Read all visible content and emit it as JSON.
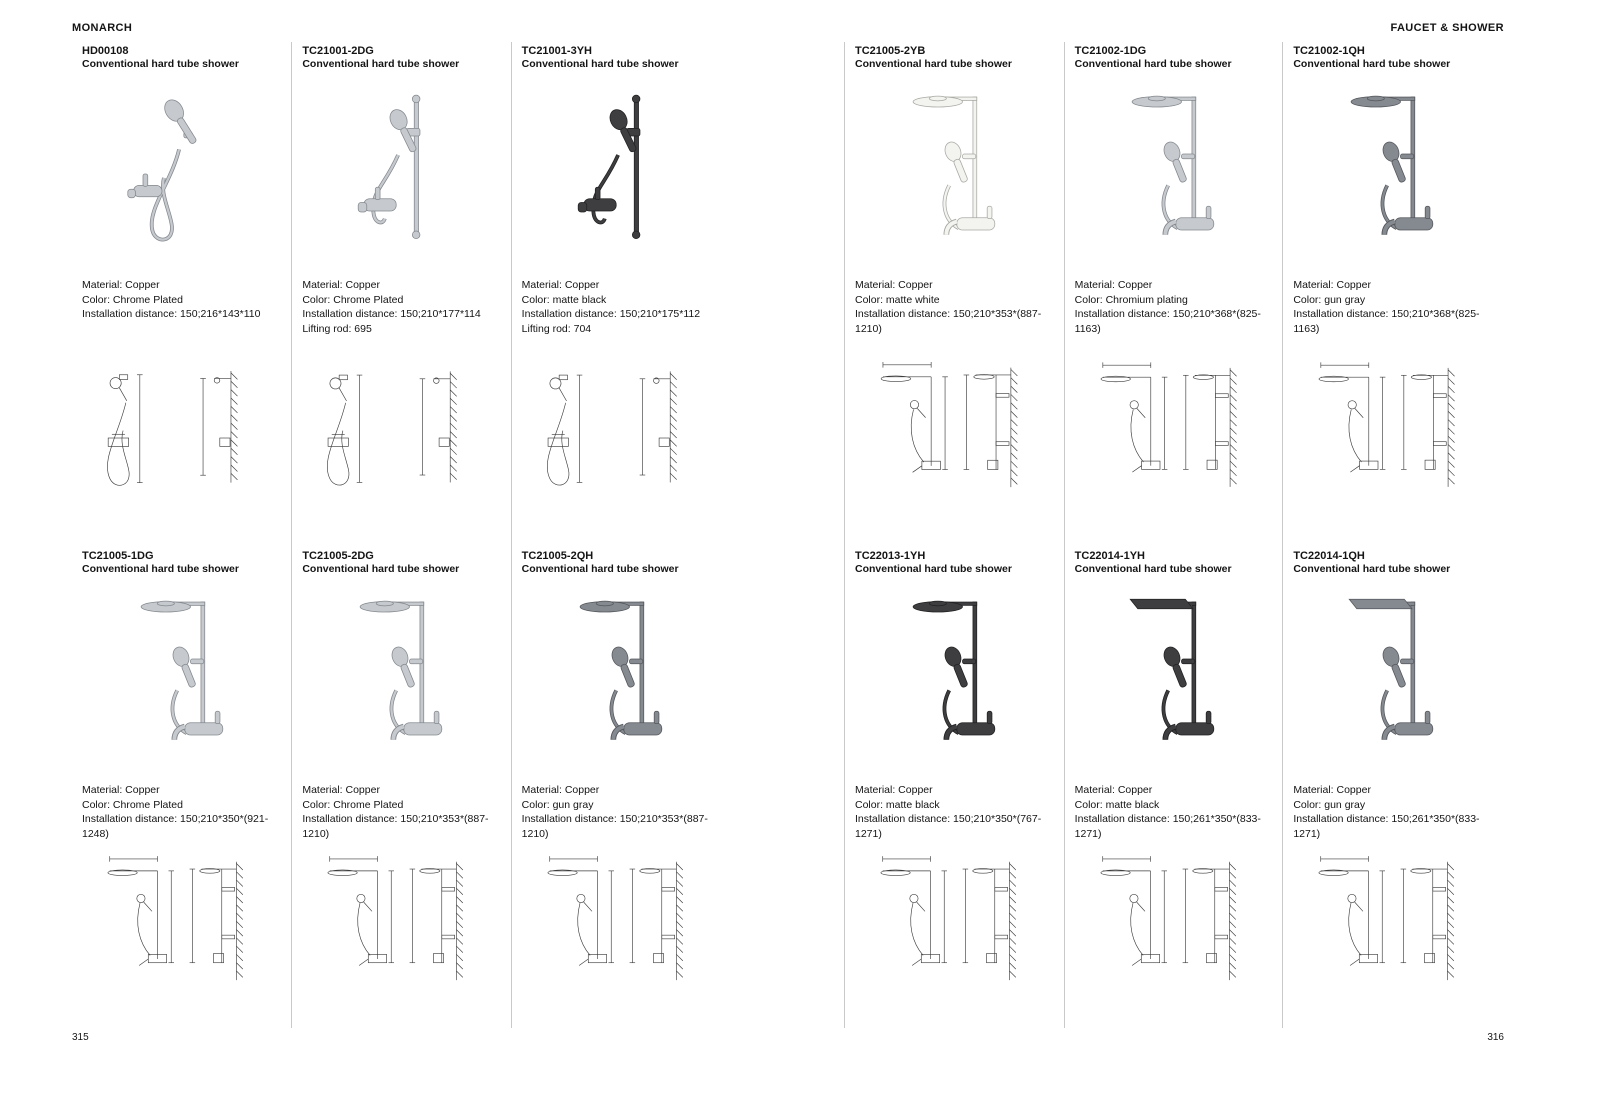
{
  "header": {
    "brand": "MONARCH",
    "category": "FAUCET & SHOWER"
  },
  "footer": {
    "page_left": "315",
    "page_right": "316"
  },
  "products": [
    {
      "code": "HD00108",
      "subtitle": "Conventional hard tube shower",
      "specs": [
        "Material: Copper",
        "Color: Chrome Plated",
        "Installation distance: 150;216*143*110"
      ],
      "type": "hand",
      "swatch": "#c6cace",
      "swatch_stroke": "#84898f"
    },
    {
      "code": "TC21001-2DG",
      "subtitle": "Conventional hard tube shower",
      "specs": [
        "Material: Copper",
        "Color: Chrome Plated",
        "Installation distance: 150;210*177*114",
        "Lifting rod: 695"
      ],
      "type": "bar",
      "swatch": "#c6cace",
      "swatch_stroke": "#84898f"
    },
    {
      "code": "TC21001-3YH",
      "subtitle": "Conventional hard tube shower",
      "specs": [
        "Material: Copper",
        "Color: matte black",
        "Installation distance: 150;210*175*112",
        "Lifting rod: 704"
      ],
      "type": "bar",
      "swatch": "#3e3e40",
      "swatch_stroke": "#212123"
    },
    {
      "code": "TC21005-2YB",
      "subtitle": "Conventional hard tube shower",
      "specs": [
        "Material: Copper",
        "Color: matte white",
        "Installation distance: 150;210*353*(887-1210)"
      ],
      "type": "column",
      "swatch": "#f3f3f0",
      "swatch_stroke": "#a8a8a3"
    },
    {
      "code": "TC21002-1DG",
      "subtitle": "Conventional hard tube shower",
      "specs": [
        "Material: Copper",
        "Color: Chromium plating",
        "Installation distance: 150;210*368*(825-1163)"
      ],
      "type": "column",
      "swatch": "#c6cace",
      "swatch_stroke": "#84898f"
    },
    {
      "code": "TC21002-1QH",
      "subtitle": "Conventional hard tube shower",
      "specs": [
        "Material: Copper",
        "Color: gun gray",
        "Installation distance: 150;210*368*(825-1163)"
      ],
      "type": "column",
      "swatch": "#858a90",
      "swatch_stroke": "#54575c"
    },
    {
      "code": "TC21005-1DG",
      "subtitle": "Conventional hard tube shower",
      "specs": [
        "Material: Copper",
        "Color: Chrome Plated",
        "Installation distance: 150;210*350*(921-1248)"
      ],
      "type": "column",
      "swatch": "#c6cace",
      "swatch_stroke": "#84898f"
    },
    {
      "code": "TC21005-2DG",
      "subtitle": "Conventional hard tube shower",
      "specs": [
        "Material: Copper",
        "Color: Chrome Plated",
        "Installation distance: 150;210*353*(887-1210)"
      ],
      "type": "column",
      "swatch": "#c6cace",
      "swatch_stroke": "#84898f"
    },
    {
      "code": "TC21005-2QH",
      "subtitle": "Conventional hard tube shower",
      "specs": [
        "Material: Copper",
        "Color: gun gray",
        "Installation distance: 150;210*353*(887-1210)"
      ],
      "type": "column",
      "swatch": "#858a90",
      "swatch_stroke": "#54575c"
    },
    {
      "code": "TC22013-1YH",
      "subtitle": "Conventional hard tube shower",
      "specs": [
        "Material: Copper",
        "Color: matte black",
        "Installation distance: 150;210*350*(767-1271)"
      ],
      "type": "column",
      "swatch": "#3e3e40",
      "swatch_stroke": "#212123"
    },
    {
      "code": "TC22014-1YH",
      "subtitle": "Conventional hard tube shower",
      "specs": [
        "Material: Copper",
        "Color: matte black",
        "Installation distance: 150;261*350*(833-1271)"
      ],
      "type": "column_sq",
      "swatch": "#3e3e40",
      "swatch_stroke": "#212123"
    },
    {
      "code": "TC22014-1QH",
      "subtitle": "Conventional hard tube shower",
      "specs": [
        "Material: Copper",
        "Color: gun gray",
        "Installation distance: 150;261*350*(833-1271)"
      ],
      "type": "column_sq",
      "swatch": "#858a90",
      "swatch_stroke": "#54575c"
    }
  ]
}
